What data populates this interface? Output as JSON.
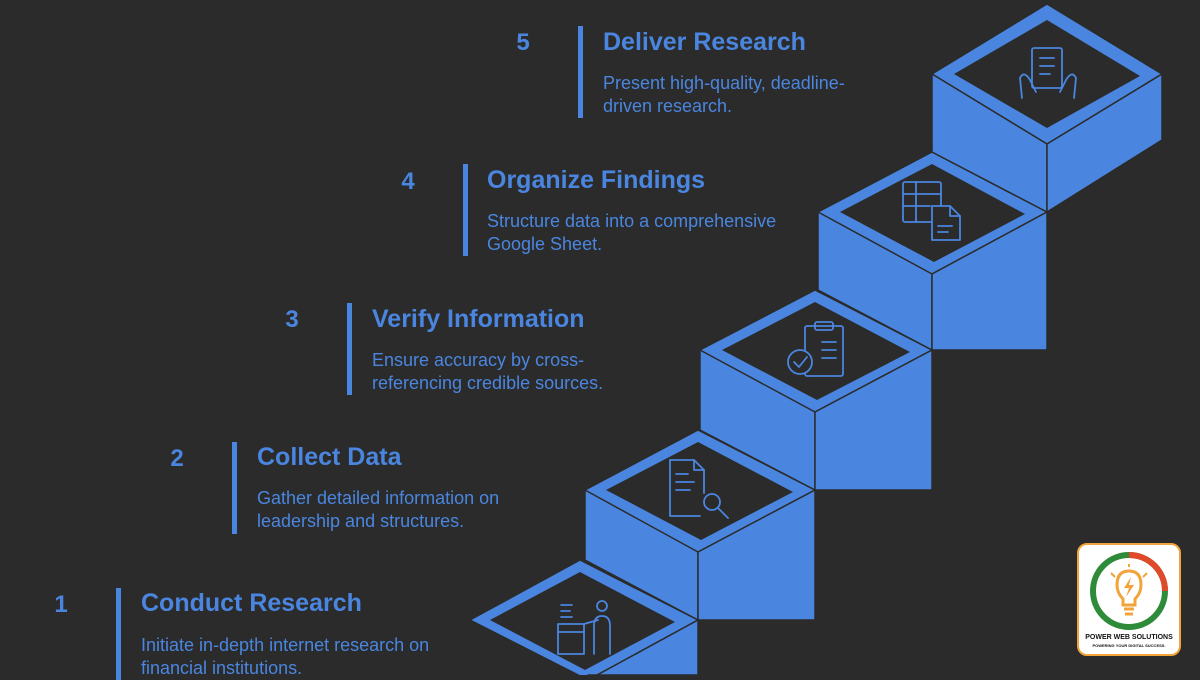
{
  "colors": {
    "background": "#2b2b2b",
    "accent": "#4a86e0",
    "tile_face": "#2b2b2b"
  },
  "steps": [
    {
      "number": "1",
      "title": "Conduct Research",
      "description": "Initiate in-depth internet research on financial institutions.",
      "icon": "researcher-desk-icon"
    },
    {
      "number": "2",
      "title": "Collect Data",
      "description": "Gather detailed information on leadership and structures.",
      "icon": "document-search-icon"
    },
    {
      "number": "3",
      "title": "Verify Information",
      "description": "Ensure accuracy by cross-referencing credible sources.",
      "icon": "clipboard-check-icon"
    },
    {
      "number": "4",
      "title": "Organize Findings",
      "description": "Structure data into a comprehensive Google Sheet.",
      "icon": "spreadsheet-document-icon"
    },
    {
      "number": "5",
      "title": "Deliver Research",
      "description": "Present high-quality, deadline-driven research.",
      "icon": "hands-holding-document-icon"
    }
  ],
  "logo": {
    "name": "POWER WEB SOLUTIONS",
    "tagline": "POWERING YOUR DIGITAL SUCCESS.",
    "icon": "lightbulb-lightning-icon"
  }
}
